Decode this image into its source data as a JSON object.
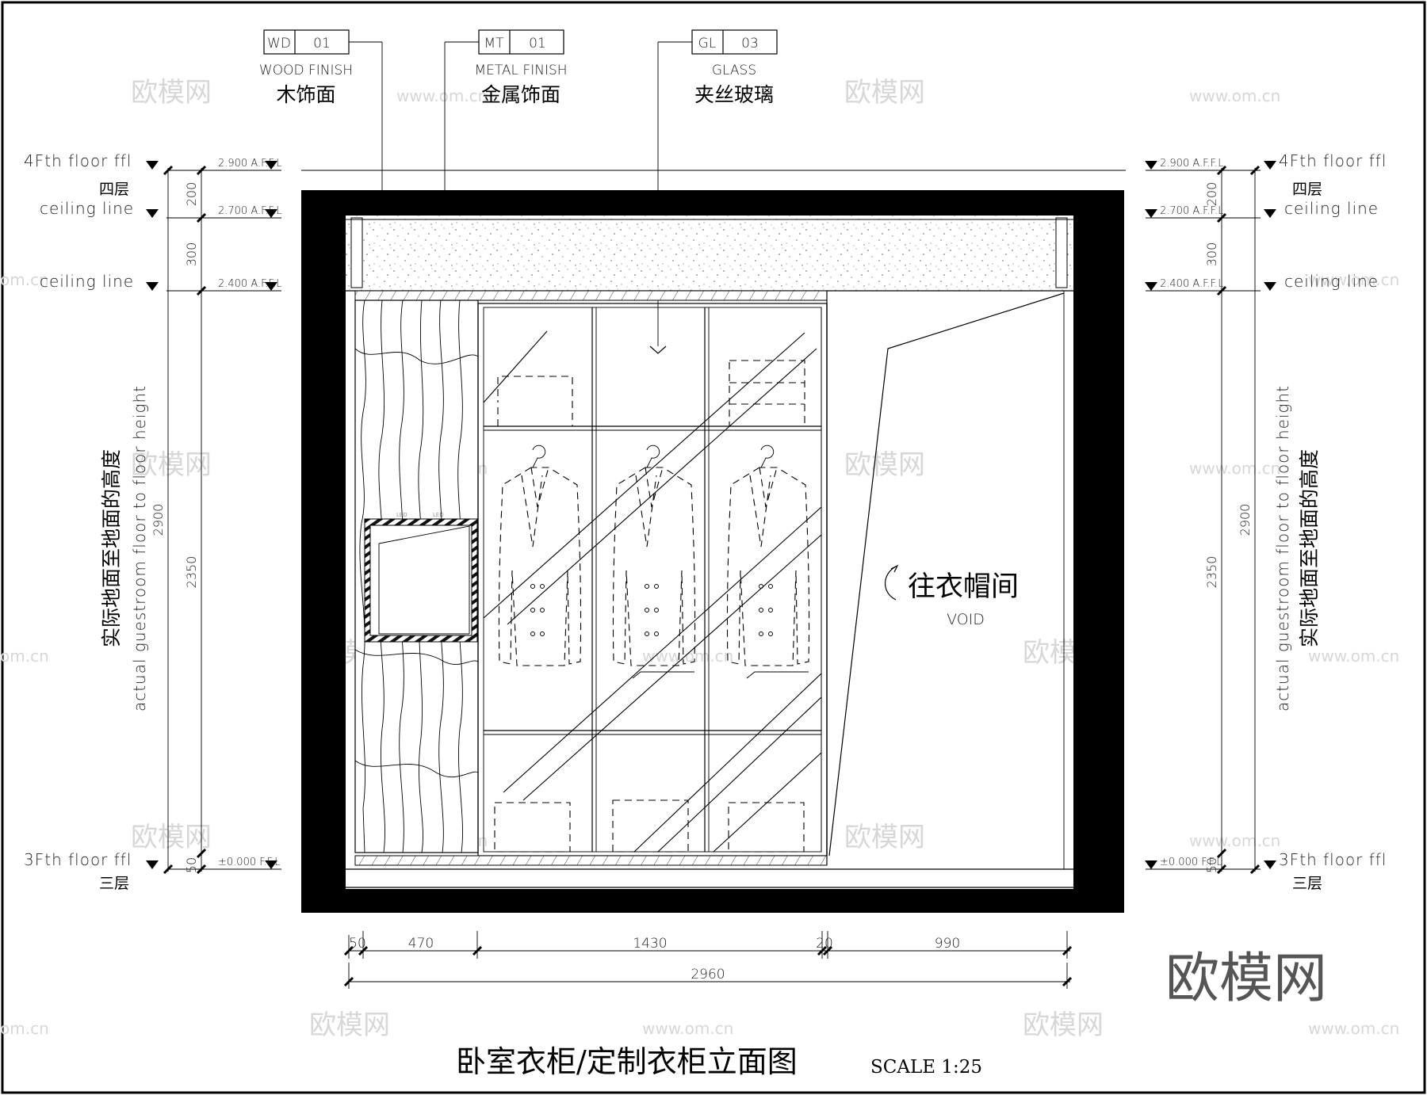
{
  "title": {
    "main": "卧室衣柜/定制衣柜立面图",
    "scale": "SCALE 1:25"
  },
  "tags": [
    {
      "code": "WD",
      "num": "01",
      "en": "WOOD FINISH",
      "cn": "木饰面"
    },
    {
      "code": "MT",
      "num": "01",
      "en": "METAL FINISH",
      "cn": "金属饰面"
    },
    {
      "code": "GL",
      "num": "03",
      "en": "GLASS",
      "cn": "夹丝玻璃"
    }
  ],
  "levels": {
    "floor4_en": "4Fth  floor  ffl",
    "floor4_cn": "四层",
    "ceiling_en": "ceiling  line",
    "floor3_en": "3Fth  floor  ffl",
    "floor3_cn": "三层",
    "affl_2900": "2.900 A.F.F.L",
    "affl_2700": "2.700 A.F.F.L",
    "affl_2400": "2.400 A.F.F.L",
    "ffl_0": "±0.000 F.F.L"
  },
  "vertical_dims": {
    "d200": "200",
    "d300": "300",
    "d2350": "2350",
    "d50": "50",
    "d2900": "2900",
    "height_en": "actual guestroom floor to floor height",
    "height_cn": "实际地面至地面的高度"
  },
  "horizontal_dims": {
    "d50": "50",
    "d470": "470",
    "d1430": "1430",
    "d20": "20",
    "d990": "990",
    "total": "2960"
  },
  "room": {
    "cn": "往衣帽间",
    "en": "VOID",
    "led": "LED"
  },
  "watermark": {
    "brand": "欧模网",
    "site": "www.om.cn",
    "site_short": "om.cn"
  }
}
